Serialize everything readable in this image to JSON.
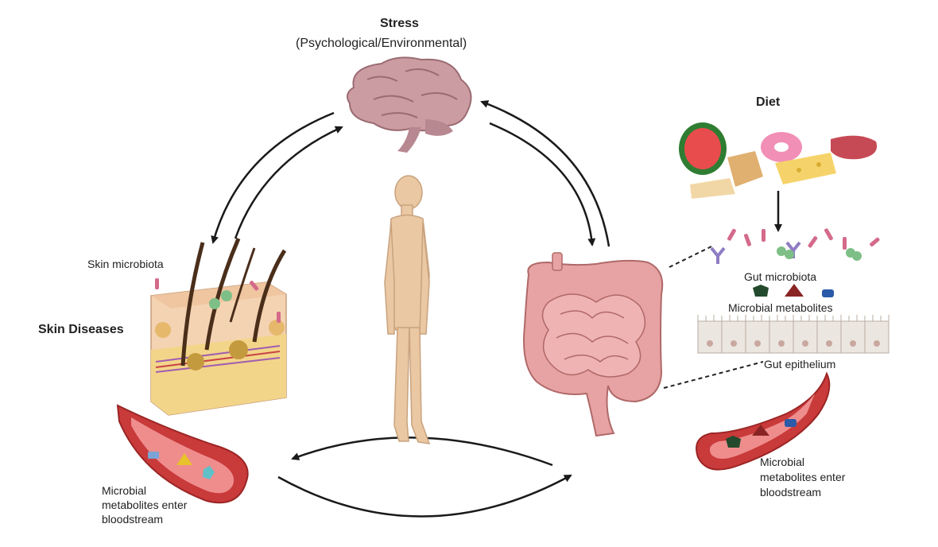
{
  "stress": {
    "title": "Stress",
    "subtitle": "(Psychological/Environmental)"
  },
  "diet": {
    "title": "Diet"
  },
  "skin": {
    "title": "Skin Diseases",
    "microbiota": "Skin microbiota",
    "bloodstream": [
      "Microbial",
      "metabolites enter",
      "bloodstream"
    ]
  },
  "gut": {
    "microbiota": "Gut microbiota",
    "metabolites": "Microbial metabolites",
    "epithelium": "Gut epithelium",
    "bloodstream": [
      "Microbial",
      "metabolites enter",
      "bloodstream"
    ]
  }
}
